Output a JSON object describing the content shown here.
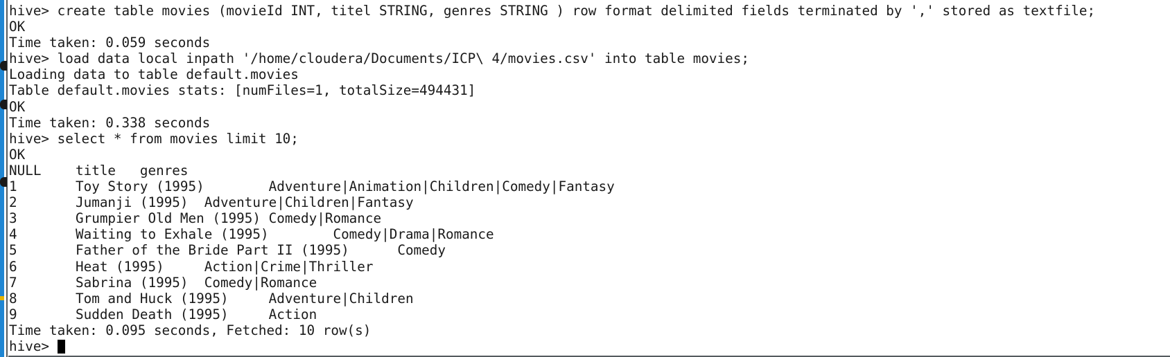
{
  "terminal": {
    "lines": [
      "hive> create table movies (movieId INT, titel STRING, genres STRING ) row format delimited fields terminated by ',' stored as textfile;",
      "OK",
      "Time taken: 0.059 seconds",
      "hive> load data local inpath '/home/cloudera/Documents/ICP\\ 4/movies.csv' into table movies;",
      "Loading data to table default.movies",
      "Table default.movies stats: [numFiles=1, totalSize=494431]",
      "OK",
      "Time taken: 0.338 seconds",
      "hive> select * from movies limit 10;",
      "OK"
    ],
    "result_rows": [
      {
        "id": "NULL",
        "rest": "title   genres"
      },
      {
        "id": "1",
        "rest": "Toy Story (1995)        Adventure|Animation|Children|Comedy|Fantasy"
      },
      {
        "id": "2",
        "rest": "Jumanji (1995)  Adventure|Children|Fantasy"
      },
      {
        "id": "3",
        "rest": "Grumpier Old Men (1995) Comedy|Romance"
      },
      {
        "id": "4",
        "rest": "Waiting to Exhale (1995)        Comedy|Drama|Romance"
      },
      {
        "id": "5",
        "rest": "Father of the Bride Part II (1995)      Comedy"
      },
      {
        "id": "6",
        "rest": "Heat (1995)     Action|Crime|Thriller"
      },
      {
        "id": "7",
        "rest": "Sabrina (1995)  Comedy|Romance"
      },
      {
        "id": "8",
        "rest": "Tom and Huck (1995)     Adventure|Children"
      },
      {
        "id": "9",
        "rest": "Sudden Death (1995)     Action"
      }
    ],
    "summary": "Time taken: 0.095 seconds, Fetched: 10 row(s)",
    "prompt": "hive> "
  }
}
